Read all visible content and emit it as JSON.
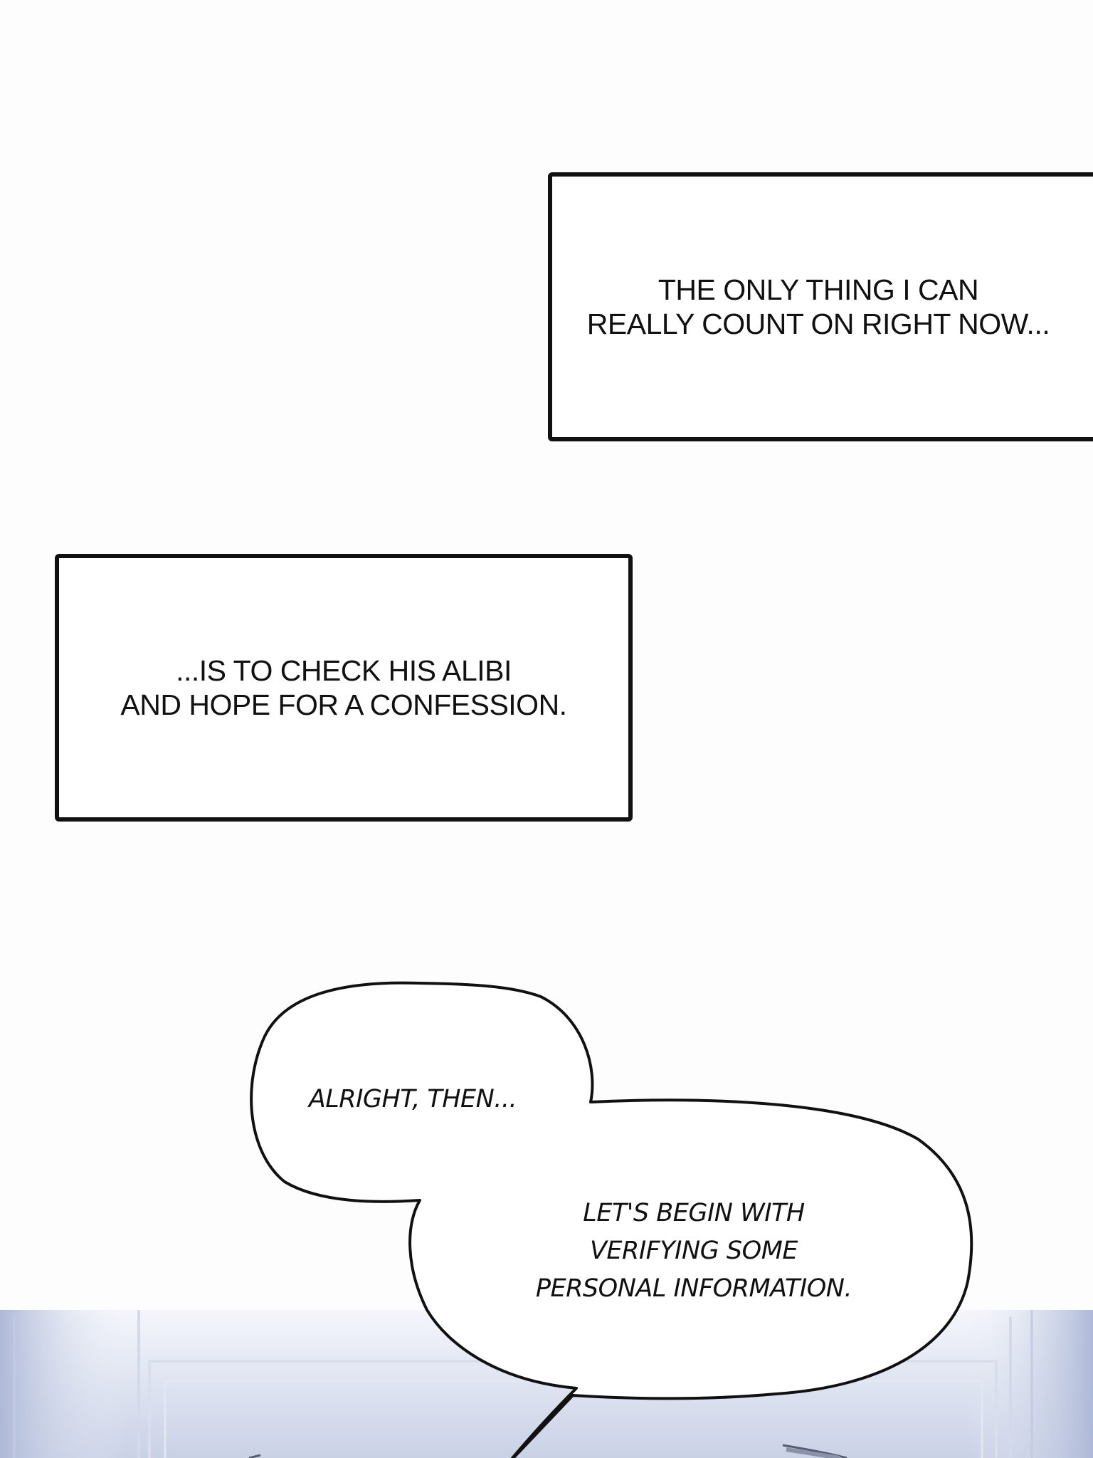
{
  "narration_boxes": [
    {
      "lines": [
        "THE ONLY THING I CAN",
        "REALLY COUNT ON RIGHT NOW..."
      ]
    },
    {
      "lines": [
        "...IS TO CHECK HIS ALIBI",
        "AND HOPE FOR A CONFESSION."
      ]
    }
  ],
  "speech_bubble": {
    "lines_top": [
      "ALRIGHT, THEN..."
    ],
    "lines_bottom": [
      "LET'S BEGIN WITH",
      "VERIFYING SOME",
      "PERSONAL INFORMATION."
    ]
  },
  "colors": {
    "background": "#fdfdfe",
    "ink": "#111111",
    "scene_tint": "#c7cfe3"
  }
}
